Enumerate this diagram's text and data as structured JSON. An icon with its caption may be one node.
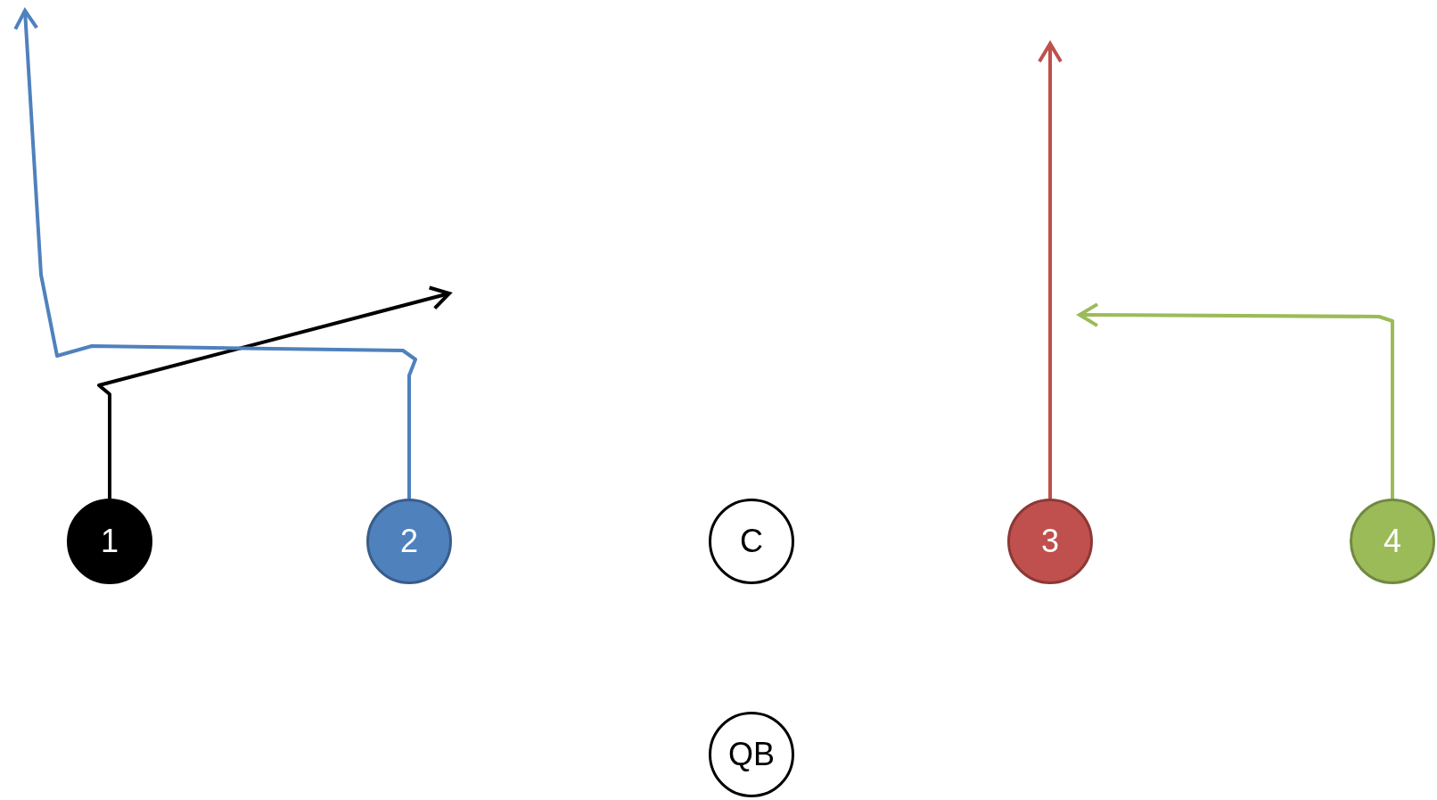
{
  "diagram": {
    "nodes": [
      {
        "text": [
          "1"
        ]
      },
      {
        "text": [
          "2"
        ]
      },
      {
        "text": [
          "C"
        ]
      },
      {
        "text": [
          "3"
        ]
      },
      {
        "text": [
          "4"
        ]
      },
      {
        "text": [
          "QB"
        ]
      }
    ],
    "edges": [
      {
        "from": 0,
        "to": null,
        "arrow": "to",
        "color": "#000000"
      },
      {
        "from": 1,
        "to": null,
        "arrow": "to",
        "color": "#4f81bd"
      },
      {
        "from": 3,
        "to": null,
        "arrow": "to",
        "color": "#c0504d"
      },
      {
        "from": 4,
        "to": null,
        "arrow": "to",
        "color": "#9bbb59"
      }
    ]
  }
}
